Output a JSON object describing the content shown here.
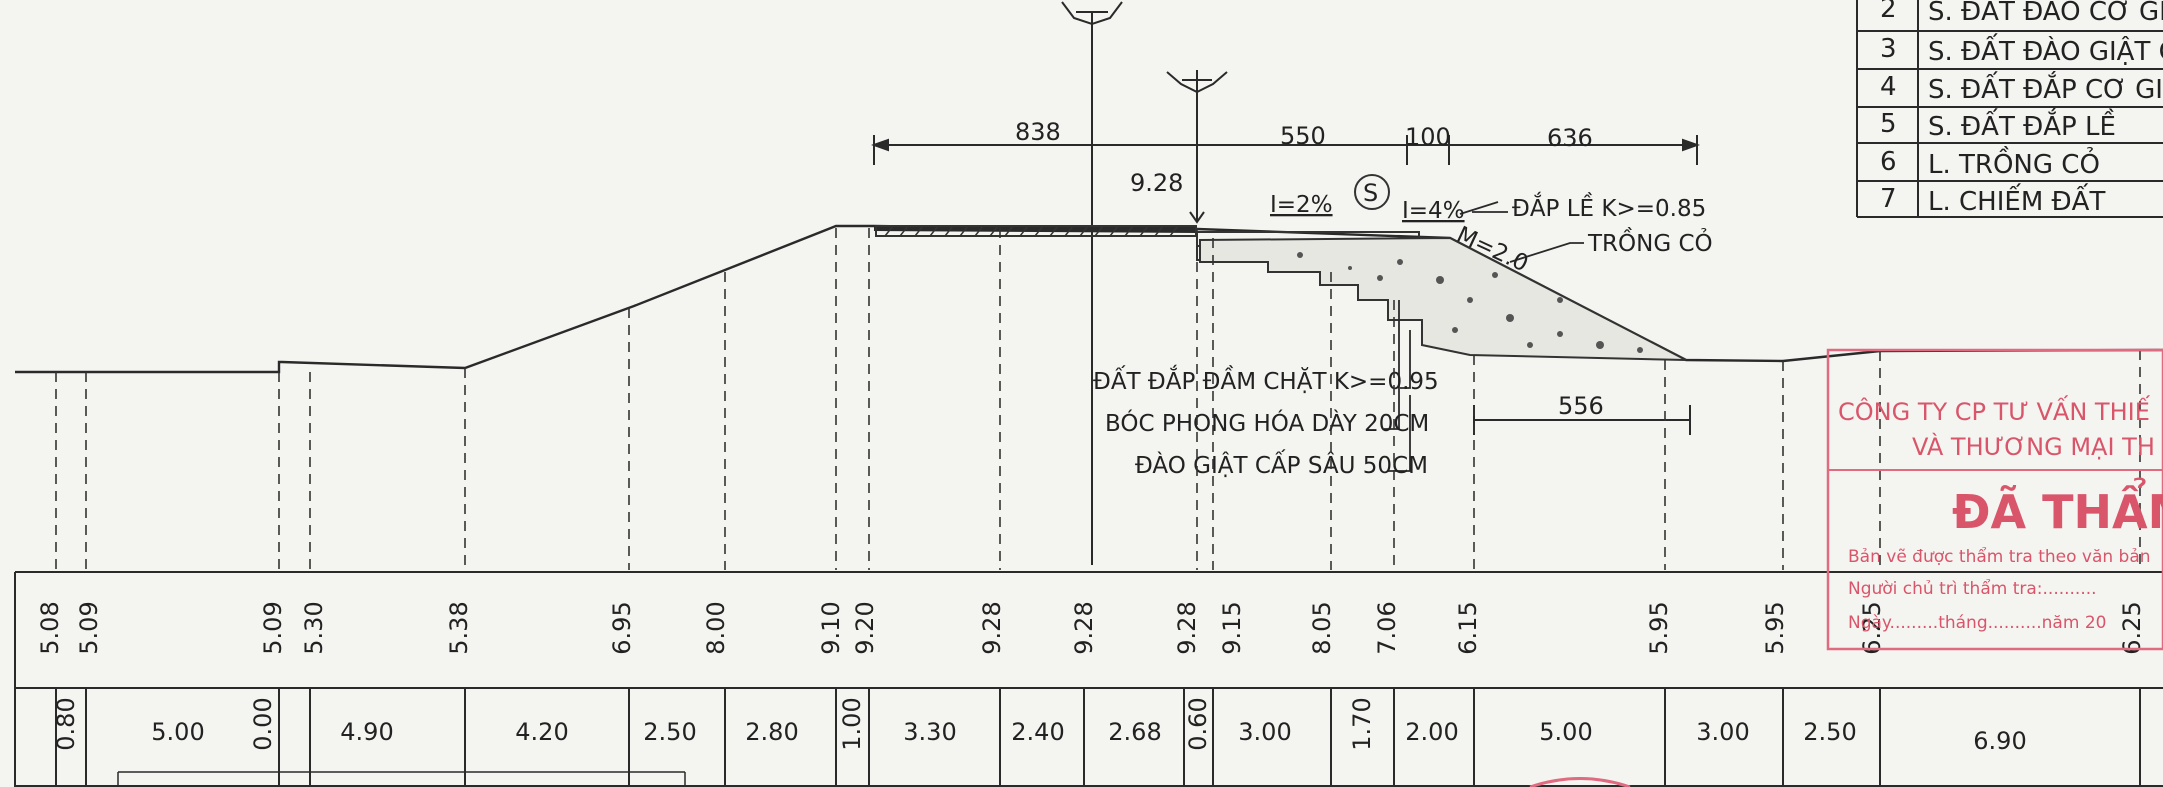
{
  "legend": {
    "rows": [
      {
        "no": "2",
        "text": "S. ĐẤT ĐÀO CƠ GIỚI"
      },
      {
        "no": "3",
        "text": "S. ĐẤT ĐÀO GIẬT CẤP"
      },
      {
        "no": "4",
        "text": "S. ĐẤT ĐẮP CƠ GIỚI"
      },
      {
        "no": "5",
        "text": "S. ĐẤT ĐẮP LỀ"
      },
      {
        "no": "6",
        "text": "L. TRỒNG CỎ"
      },
      {
        "no": "7",
        "text": "L. CHIẾM ĐẤT"
      }
    ]
  },
  "dimensions": {
    "top": [
      "838",
      "550",
      "100",
      "636"
    ],
    "bottom": "556",
    "level_mark": "9.28"
  },
  "annotations": {
    "slope_left": "I=2%",
    "slope_right": "I=4%",
    "symbol_s": "S",
    "shoulder_fill": "ĐẮP LỀ K>=0.85",
    "embankment_slope": "M=2.0",
    "grass": "TRỒNG CỎ",
    "compacted_fill": "ĐẤT ĐẮP ĐẦM CHẶT K>=0.95",
    "strip_weathered": "BÓC PHONG HÓA DÀY 20CM",
    "benching": "ĐÀO GIẬT CẤP SÂU 50CM"
  },
  "elevations": [
    "5.08",
    "5.09",
    "5.09",
    "5.30",
    "5.38",
    "6.95",
    "8.00",
    "9.10",
    "9.20",
    "9.28",
    "9.28",
    "9.28",
    "9.15",
    "8.05",
    "7.06",
    "6.15",
    "5.95",
    "5.95",
    "6.25",
    "6.25"
  ],
  "distances": [
    "0.80",
    "5.00",
    "0.00",
    "4.90",
    "4.20",
    "2.50",
    "2.80",
    "1.00",
    "3.30",
    "2.40",
    "2.68",
    "0.60",
    "3.00",
    "1.70",
    "2.00",
    "5.00",
    "3.00",
    "2.50",
    "6.90"
  ],
  "stamp": {
    "company_line1": "CÔNG TY CP TƯ VẤN THIẾ",
    "company_line2": "VÀ THƯƠNG MẠI TH",
    "status": "ĐÃ THẨM",
    "note1": "Bản vẽ được thẩm tra theo văn bản",
    "note2": "Người chủ trì thẩm tra:..........",
    "note3": "Ngày.........tháng..........năm 20"
  }
}
